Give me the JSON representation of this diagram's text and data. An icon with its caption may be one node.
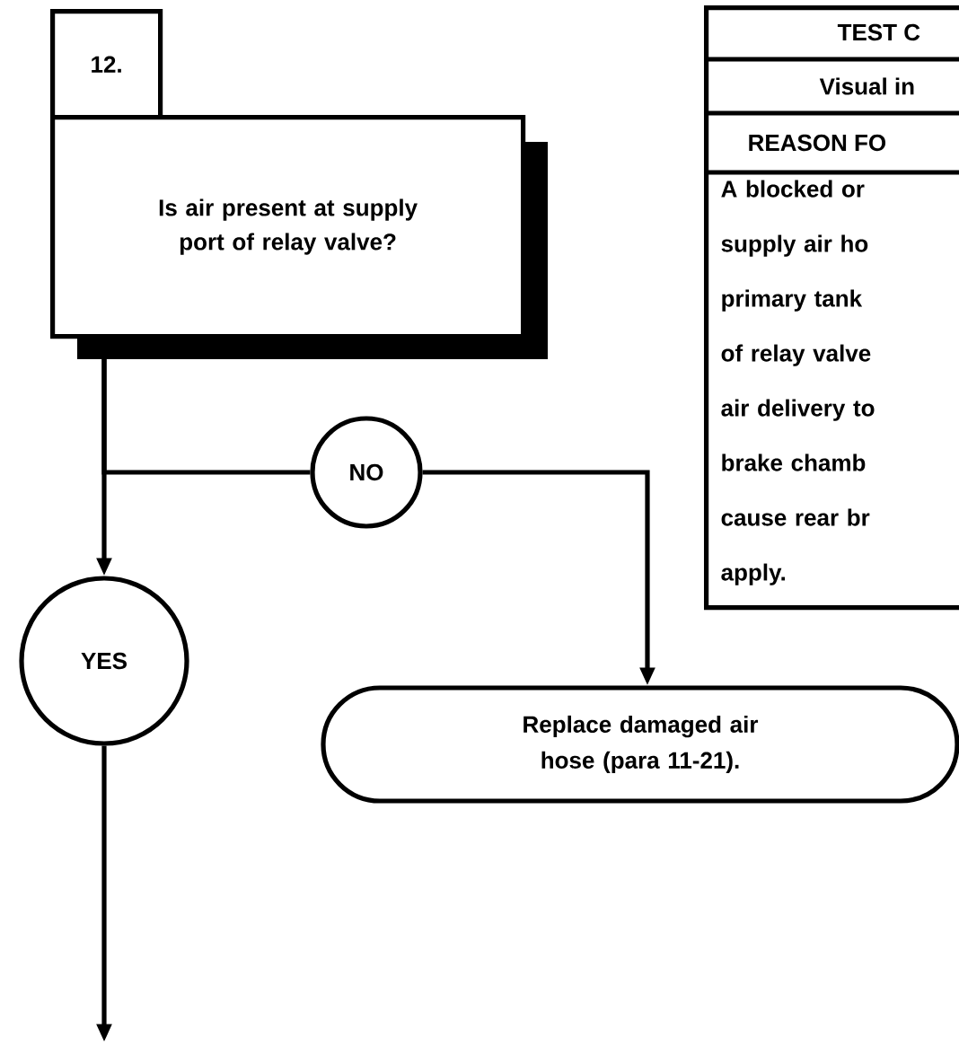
{
  "diagram": {
    "nodes": [
      {
        "text": [
          "12."
        ]
      },
      {
        "text": [
          "Is air present at supply port of relay valve?"
        ]
      },
      {
        "text": [
          "TEST C",
          "Visual in",
          "REASON FO",
          "A blocked or supply air ho primary tank of relay valve air delivery to brake chamb cause rear br apply."
        ]
      },
      {
        "text": [
          "NO"
        ]
      },
      {
        "text": [
          "YES"
        ]
      },
      {
        "text": [
          "Replace damaged air hose (para 11-21)."
        ]
      }
    ],
    "edges": [
      {
        "from": 1,
        "to": 4,
        "arrow": "to"
      },
      {
        "from": 1,
        "to": 3,
        "arrow": "none"
      },
      {
        "from": 3,
        "to": 5,
        "arrow": "to"
      },
      {
        "from": 4,
        "to": null,
        "arrow": "to"
      }
    ]
  }
}
